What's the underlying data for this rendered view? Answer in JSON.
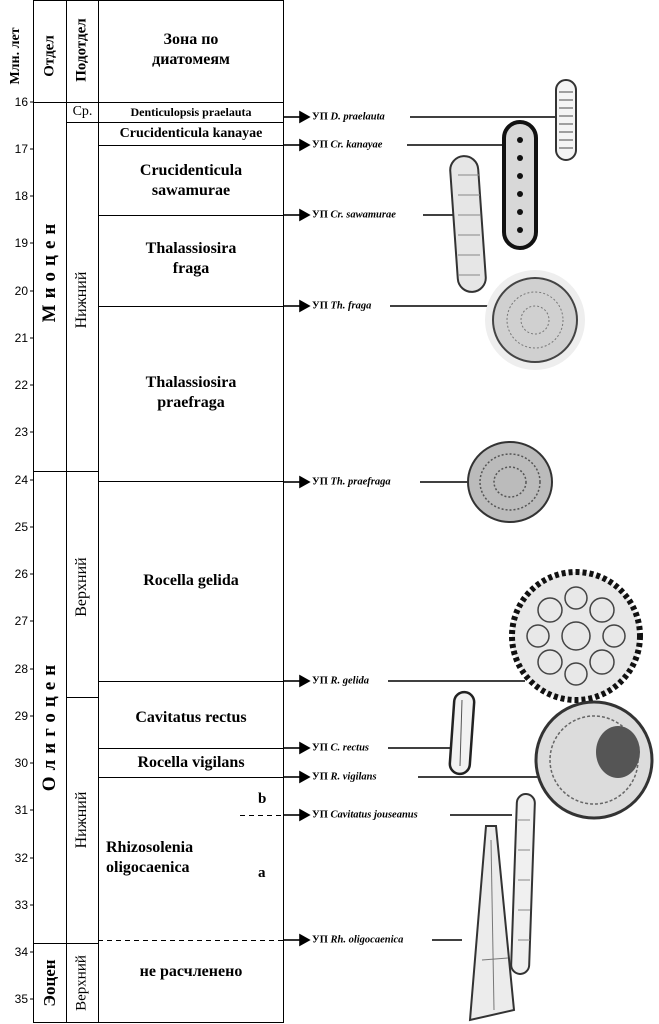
{
  "header": {
    "age_label": "Млн. лет",
    "epoch_label": "Отдел",
    "subepoch_label": "Подотдел",
    "zone_label_line1": "Зона по",
    "zone_label_line2": "диатомеям"
  },
  "age_ticks": [
    "16",
    "17",
    "18",
    "19",
    "20",
    "21",
    "22",
    "23",
    "24",
    "25",
    "26",
    "27",
    "28",
    "29",
    "30",
    "31",
    "32",
    "33",
    "34",
    "35"
  ],
  "epochs": [
    "Миоцен",
    "Олигоцен",
    "Эоцен"
  ],
  "subepochs": [
    "Ср.",
    "Нижний",
    "Верхний",
    "Нижний",
    "Верхний"
  ],
  "zones": [
    {
      "line1": "Denticulopsis praelauta",
      "line2": ""
    },
    {
      "line1": "Crucidenticula kanayae",
      "line2": ""
    },
    {
      "line1": "Crucidenticula",
      "line2": "sawamurae"
    },
    {
      "line1": "Thalassiosira",
      "line2": "fraga"
    },
    {
      "line1": "Thalassiosira",
      "line2": "praefraga"
    },
    {
      "line1": "Rocella gelida",
      "line2": ""
    },
    {
      "line1": "Cavitatus rectus",
      "line2": ""
    },
    {
      "line1": "Rocella vigilans",
      "line2": ""
    },
    {
      "line1": "Rhizosolenia",
      "line2": "oligocaenica"
    },
    {
      "line1": "не расчленено",
      "line2": ""
    }
  ],
  "subzones": [
    "b",
    "a"
  ],
  "datums": [
    {
      "prefix": "УП",
      "taxon": "D. praelauta"
    },
    {
      "prefix": "УП",
      "taxon": "Cr. kanayae"
    },
    {
      "prefix": "УП",
      "taxon": "Cr. sawamurae"
    },
    {
      "prefix": "УП",
      "taxon": "Th. fraga"
    },
    {
      "prefix": "УП",
      "taxon": "Th. praefraga"
    },
    {
      "prefix": "УП",
      "taxon": "R. gelida"
    },
    {
      "prefix": "УП",
      "taxon": "C. rectus"
    },
    {
      "prefix": "УП",
      "taxon": "R. vigilans"
    },
    {
      "prefix": "УП",
      "taxon": "Cavitatus jouseanus"
    },
    {
      "prefix": "УП",
      "taxon": "Rh. oligocaenica"
    }
  ]
}
